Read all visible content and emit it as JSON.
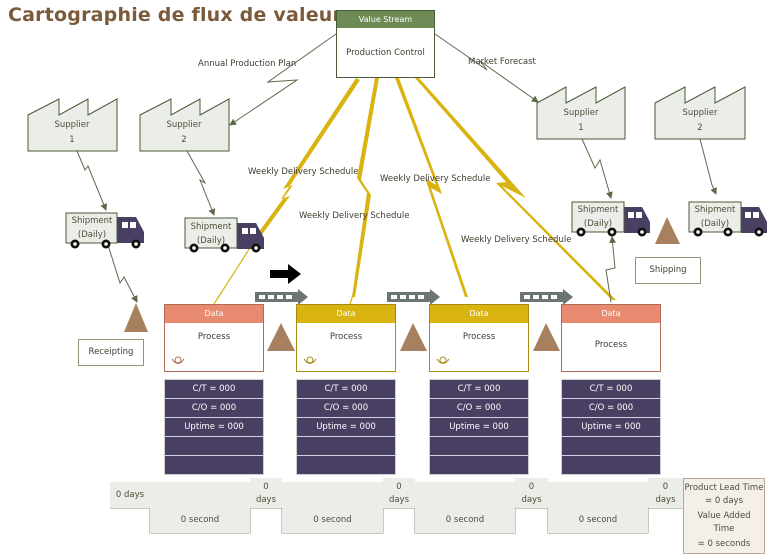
{
  "title": "Cartographie de flux de valeur",
  "colors": {
    "title": "#7a5a3a",
    "control_header": "#6f8b55",
    "process_salmon": "#e88a70",
    "process_gold": "#d9b310",
    "data_box": "#483f63",
    "truck": "#483f63",
    "inventory": "#a7805f",
    "lightning": "#d9b310",
    "info_line": "#5b6b4a",
    "push_arrow": "#6b7573"
  },
  "production_control": {
    "header": "Value Stream",
    "label": "Production Control"
  },
  "info_flows": {
    "annual_plan": "Annual Production Plan",
    "market_forecast": "Market Forecast",
    "weekly": [
      "Weekly Delivery Schedule",
      "Weekly Delivery Schedule",
      "Weekly Delivery Schedule",
      "Weekly Delivery Schedule"
    ]
  },
  "suppliers": [
    {
      "name": "Supplier",
      "num": "1"
    },
    {
      "name": "Supplier",
      "num": "2"
    },
    {
      "name": "Supplier",
      "num": "1"
    },
    {
      "name": "Supplier",
      "num": "2"
    }
  ],
  "shipments": [
    {
      "line1": "Shipment",
      "line2": "(Daily)"
    },
    {
      "line1": "Shipment",
      "line2": "(Daily)"
    },
    {
      "line1": "Shipment",
      "line2": "(Daily)"
    },
    {
      "line1": "Shipment",
      "line2": "(Daily)"
    }
  ],
  "receipting": "Receipting",
  "shipping": "Shipping",
  "processes": [
    {
      "header": "Data",
      "label": "Process",
      "style": "salmon",
      "operator": true,
      "data": [
        "C/T = 000",
        "C/O = 000",
        "Uptime = 000",
        "",
        ""
      ]
    },
    {
      "header": "Data",
      "label": "Process",
      "style": "gold",
      "operator": true,
      "data": [
        "C/T = 000",
        "C/O = 000",
        "Uptime = 000",
        "",
        ""
      ]
    },
    {
      "header": "Data",
      "label": "Process",
      "style": "gold",
      "operator": true,
      "data": [
        "C/T = 000",
        "C/O = 000",
        "Uptime = 000",
        "",
        ""
      ]
    },
    {
      "header": "Data",
      "label": "Process",
      "style": "salmon",
      "operator": false,
      "data": [
        "C/T = 000",
        "C/O = 000",
        "Uptime = 000",
        "",
        ""
      ]
    }
  ],
  "timeline": {
    "days": [
      "0 days",
      "0\ndays",
      "0\ndays",
      "0\ndays",
      "0\ndays"
    ],
    "seconds": [
      "0 second",
      "0 second",
      "0 second",
      "0 second"
    ],
    "lead_time": "Product Lead Time = 0 days",
    "value_added_line1": "Value Added Time",
    "value_added_line2": "= 0 seconds"
  }
}
